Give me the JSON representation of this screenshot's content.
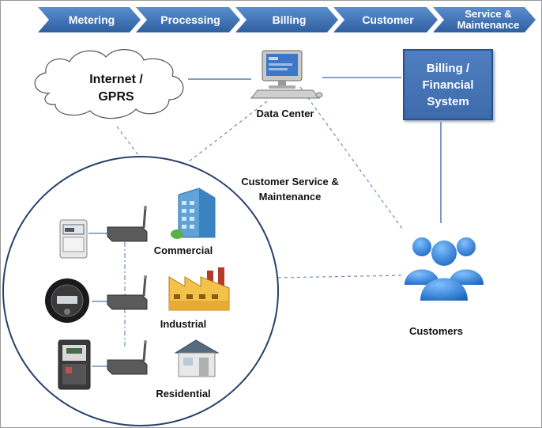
{
  "process_flow": {
    "stages": [
      {
        "label": "Metering"
      },
      {
        "label": "Processing"
      },
      {
        "label": "Billing"
      },
      {
        "label": "Customer"
      },
      {
        "label": "Service &\nMaintenance"
      }
    ],
    "color": "#3f6fb3"
  },
  "nodes": {
    "internet": {
      "label": "Internet /\nGPRS"
    },
    "data_center": {
      "label": "Data Center"
    },
    "billing_system": {
      "label": "Billing /\nFinancial\nSystem"
    },
    "customer_service": {
      "label": "Customer Service &\nMaintenance"
    },
    "customers": {
      "label": "Customers"
    },
    "commercial": {
      "label": "Commercial"
    },
    "industrial": {
      "label": "Industrial"
    },
    "residential": {
      "label": "Residential"
    }
  },
  "colors": {
    "circle_border": "#27406b",
    "connector": "#5b7fb0",
    "dashed": "#6f8fb8",
    "people": "#2f7fd0"
  }
}
